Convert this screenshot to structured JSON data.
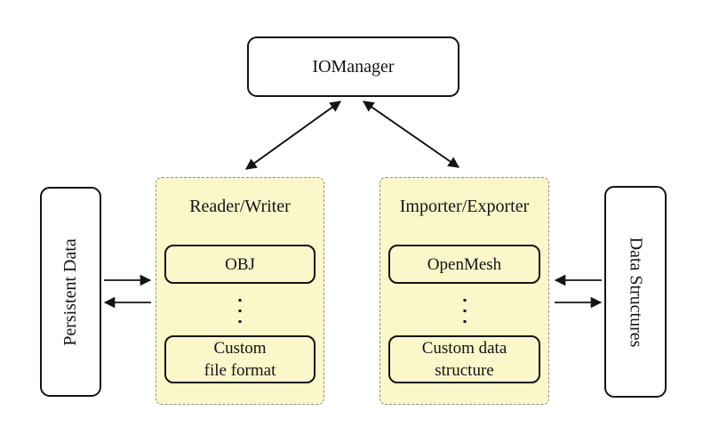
{
  "io_manager": {
    "label": "IOManager"
  },
  "persistent_data": {
    "label": "Persistent Data"
  },
  "data_structures": {
    "label": "Data Structures"
  },
  "reader_writer": {
    "title": "Reader/Writer",
    "box1": {
      "line1": "OBJ"
    },
    "ellipsis_icon": "vertical-dots",
    "box2": {
      "line1": "Custom",
      "line2": "file format"
    }
  },
  "importer_exporter": {
    "title": "Importer/Exporter",
    "box1": {
      "line1": "OpenMesh"
    },
    "ellipsis_icon": "vertical-dots",
    "box2": {
      "line1": "Custom data",
      "line2": "structure"
    }
  },
  "colors": {
    "background": "#ffffff",
    "container_fill": "#fbf7ca",
    "container_border": "#8f8f8f",
    "node_fill": "#ffffff",
    "node_border": "#141414",
    "arrow": "#141414",
    "ink": "#141414"
  }
}
